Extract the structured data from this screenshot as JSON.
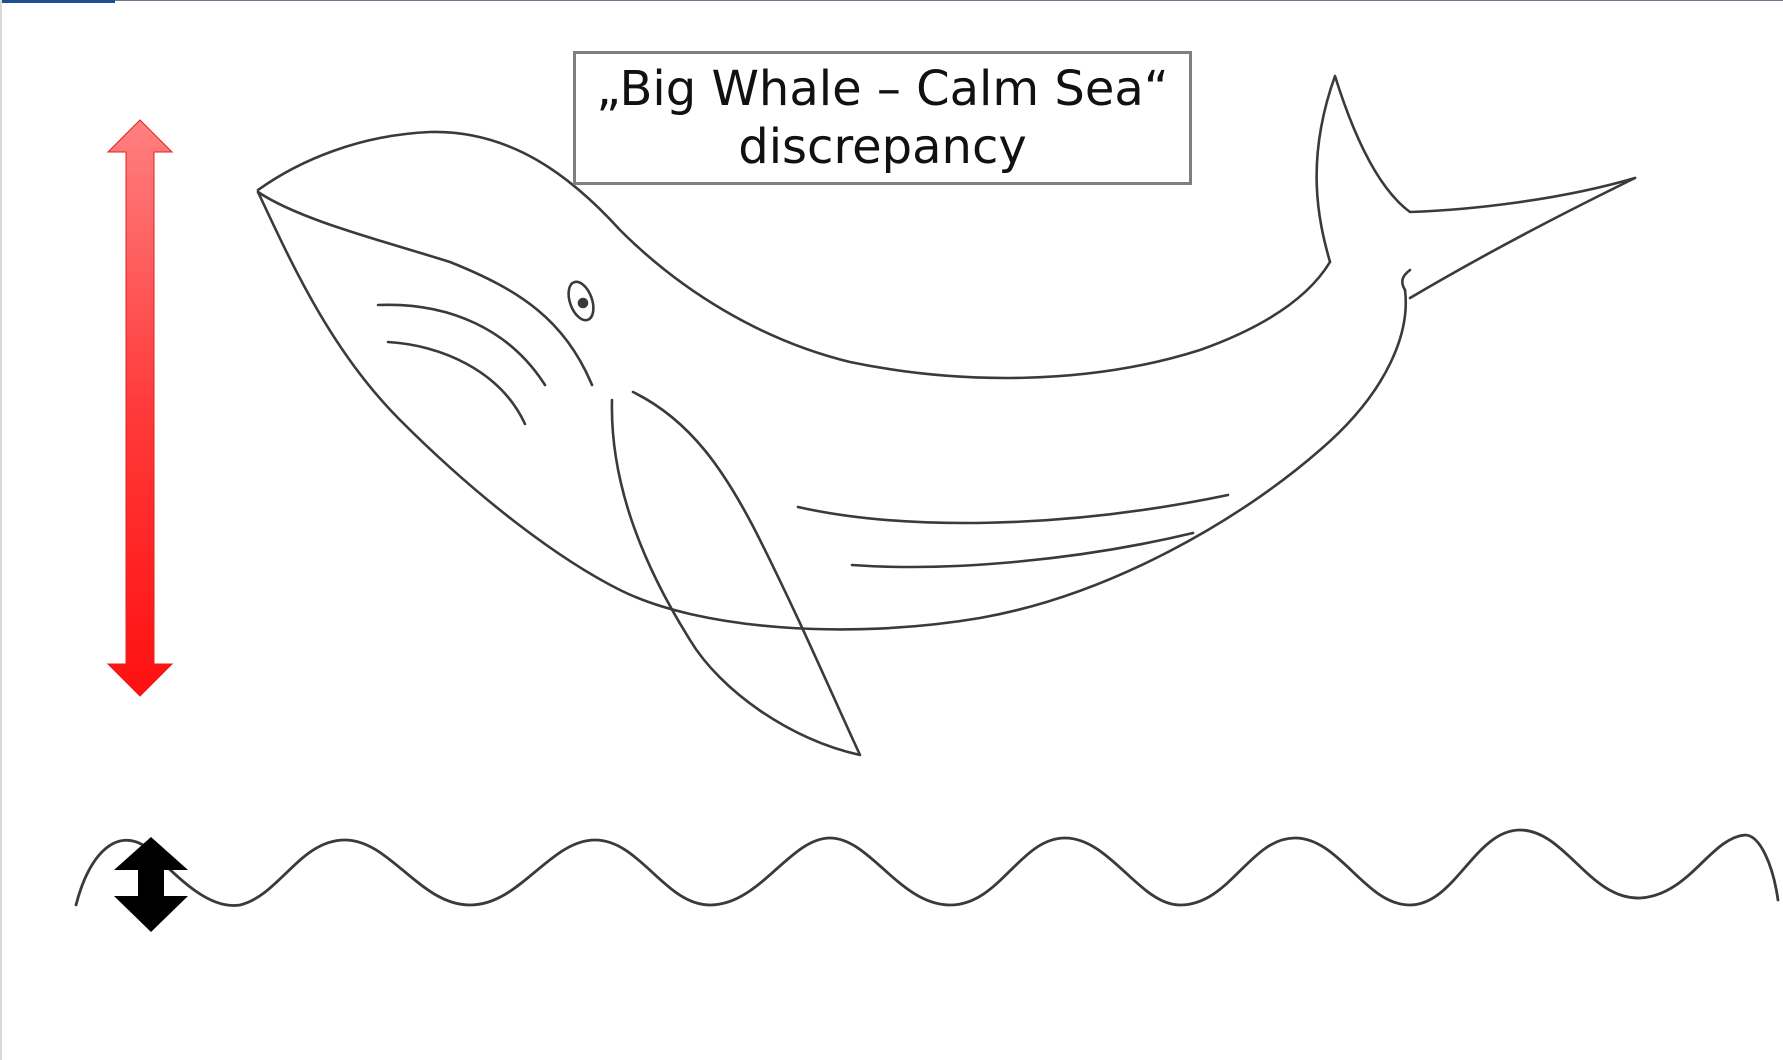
{
  "title_box": {
    "line1": "„Big Whale – Calm Sea“",
    "line2": "discrepancy"
  },
  "colors": {
    "large_arrow": "#ff1a1a",
    "small_arrow": "#000000",
    "sketch_stroke": "#3a3a3a",
    "box_border": "#7f7f7f"
  },
  "icons": {
    "large_arrow": "double-headed-vertical-arrow",
    "small_arrow": "double-headed-vertical-arrow"
  }
}
